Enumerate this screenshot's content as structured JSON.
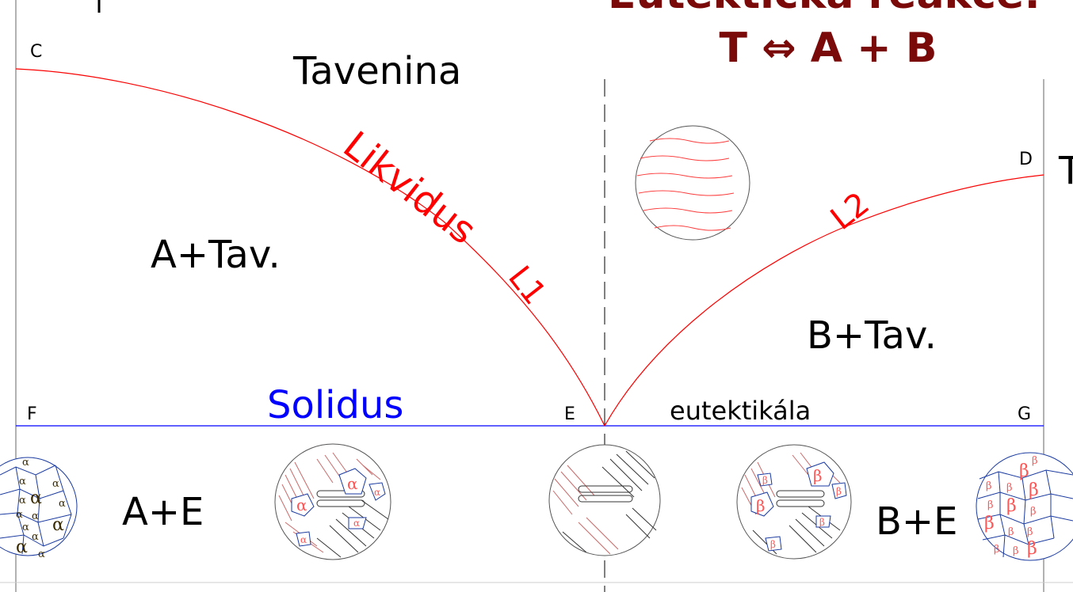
{
  "title": {
    "line1": "Eutektická reakce:",
    "line2": "T ⇔ A + B"
  },
  "points": {
    "c": "C",
    "d": "D",
    "e": "E",
    "f": "F",
    "g": "G"
  },
  "regions": {
    "melt": "Tavenina",
    "a_melt": "A+Tav.",
    "b_melt": "B+Tav.",
    "a_e": "A+E",
    "b_e": "B+E"
  },
  "lines": {
    "liquidus": "Likvidus",
    "l1": "L1",
    "l2": "L2",
    "solidus": "Solidus",
    "eutectic": "eutektikála"
  },
  "axis": {
    "right_label": "T"
  },
  "phase_symbols": {
    "alpha": "α",
    "beta": "β"
  },
  "colors": {
    "liquidus": "#ff0000",
    "solidus": "#0000ff",
    "title": "#7a0a0a",
    "text": "#000000",
    "grain_alpha": "#3a2a00",
    "grain_beta": "#ff5555",
    "grain_boundary": "#1a3aa0"
  }
}
